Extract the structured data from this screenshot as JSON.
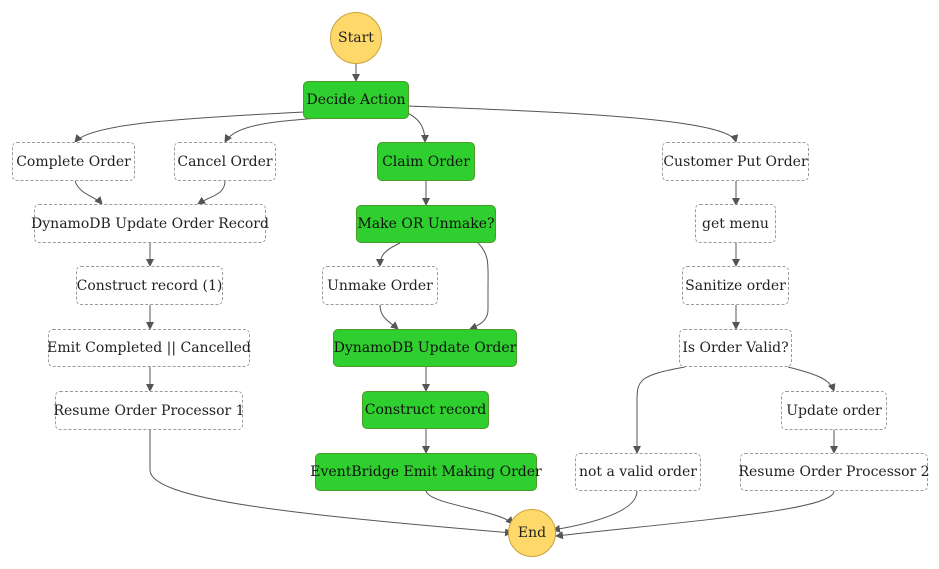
{
  "colors": {
    "active_fill": "#2ecf2e",
    "terminal_fill": "#fed96a",
    "dashed_border": "#9a9a9a",
    "edge": "#555555"
  },
  "nodes": {
    "start": "Start",
    "end": "End",
    "decide_action": "Decide Action",
    "complete_order": "Complete Order",
    "cancel_order": "Cancel Order",
    "claim_order": "Claim Order",
    "customer_put_order": "Customer Put Order",
    "dynamodb_update_order_record": "DynamoDB Update Order Record",
    "make_or_unmake": "Make OR Unmake?",
    "get_menu": "get menu",
    "construct_record_1": "Construct record (1)",
    "unmake_order": "Unmake Order",
    "sanitize_order": "Sanitize order",
    "emit_completed_cancelled": "Emit Completed || Cancelled",
    "dynamodb_update_order": "DynamoDB Update Order",
    "is_order_valid": "Is Order Valid?",
    "resume_order_processor_1": "Resume Order Processor 1",
    "construct_record": "Construct record",
    "update_order": "Update order",
    "eventbridge_emit_making_order": "EventBridge Emit Making Order",
    "not_a_valid_order": "not a valid order",
    "resume_order_processor_2": "Resume Order Processor 2"
  }
}
